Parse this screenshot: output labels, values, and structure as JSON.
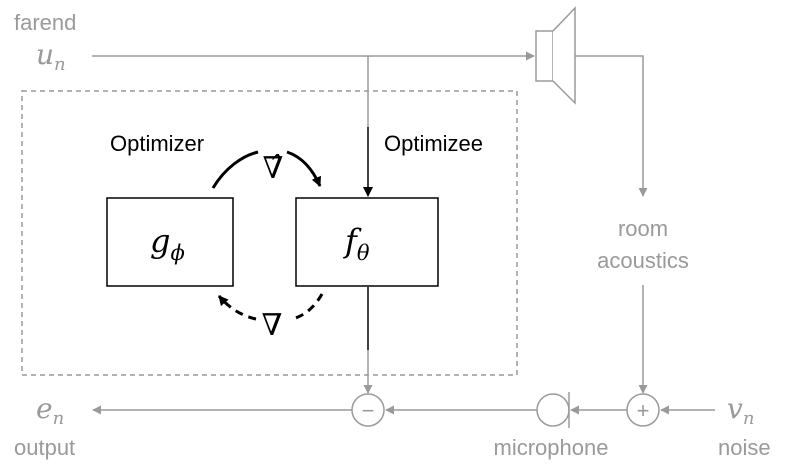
{
  "labels": {
    "farend": "farend",
    "u_base": "u",
    "u_sub": "n",
    "room": "room",
    "acoustics": "acoustics",
    "optimizer": "Optimizer",
    "optimizee": "Optimizee",
    "g_base": "g",
    "g_sub": "ϕ",
    "f_base": "f",
    "f_sub": "θ",
    "nabla_hat": "∇̂",
    "nabla": "∇",
    "minus": "−",
    "plus": "+",
    "e_base": "e",
    "e_sub": "n",
    "output": "output",
    "v_base": "v",
    "v_sub": "n",
    "noise": "noise",
    "microphone": "microphone"
  },
  "colors": {
    "gray": "#9a9a9a",
    "black": "#000000",
    "dashed_box": "#9a9a9a"
  }
}
